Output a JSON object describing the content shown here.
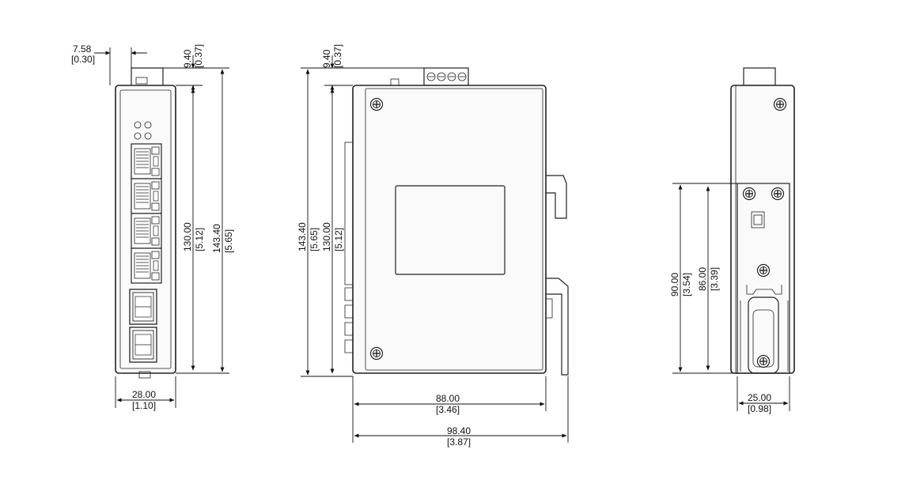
{
  "front_view": {
    "top_offset": {
      "mm": "7.58",
      "inch": "[0.30]"
    },
    "top_gap": {
      "mm": "9.40",
      "inch": "[0.37]"
    },
    "body_height": {
      "mm": "130.00",
      "inch": "[5.12]"
    },
    "total_height": {
      "mm": "143.40",
      "inch": "[5.65]"
    },
    "width": {
      "mm": "28.00",
      "inch": "[1.10]"
    }
  },
  "side_view": {
    "top_gap": {
      "mm": "9.40",
      "inch": "[0.37]"
    },
    "total_height": {
      "mm": "143.40",
      "inch": "[5.65]"
    },
    "body_height": {
      "mm": "130.00",
      "inch": "[5.12]"
    },
    "depth": {
      "mm": "88.00",
      "inch": "[3.46]"
    },
    "total_depth": {
      "mm": "98.40",
      "inch": "[3.87]"
    }
  },
  "rear_view": {
    "rail_outer": {
      "mm": "90.00",
      "inch": "[3.54]"
    },
    "rail_inner": {
      "mm": "86.00",
      "inch": "[3.39]"
    },
    "width": {
      "mm": "25.00",
      "inch": "[0.98]"
    }
  }
}
